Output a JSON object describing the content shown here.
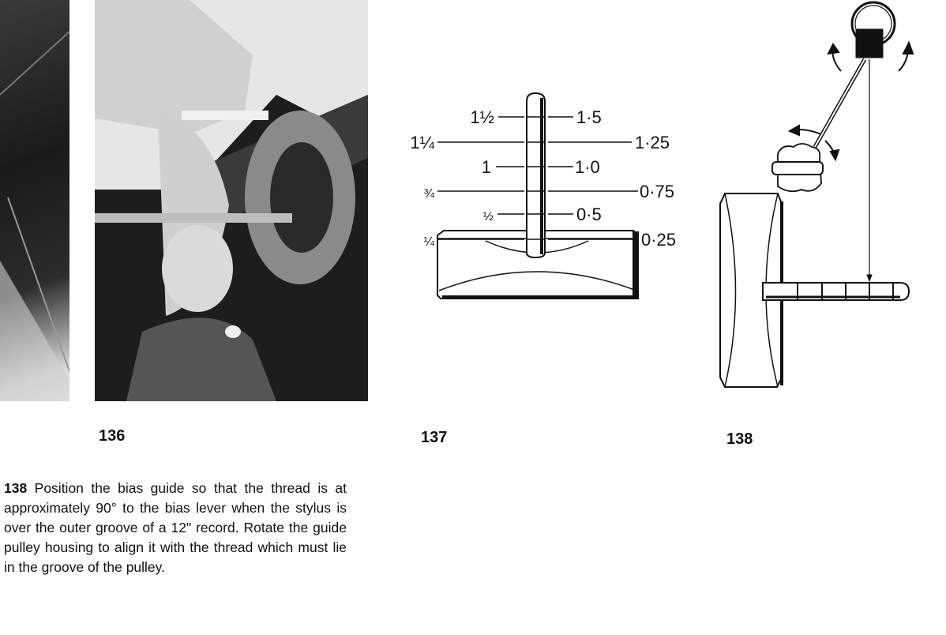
{
  "figures": [
    {
      "number": "136",
      "kind": "photo"
    },
    {
      "number": "137",
      "kind": "diagram",
      "left_labels": [
        "1½",
        "1¼",
        "1",
        "¾",
        "½",
        "¼"
      ],
      "right_labels": [
        "1·5",
        "1·25",
        "1·0",
        "0·75",
        "0·5",
        "0·25"
      ]
    },
    {
      "number": "138",
      "kind": "diagram"
    }
  ],
  "caption_text": {
    "number": "138",
    "body": " Position the bias guide so that the thread is at approximately 90° to the bias lever when the stylus is over the outer groove of a 12\" record. Rotate the guide pulley housing to align it with the thread which must lie in the groove of the pulley."
  }
}
